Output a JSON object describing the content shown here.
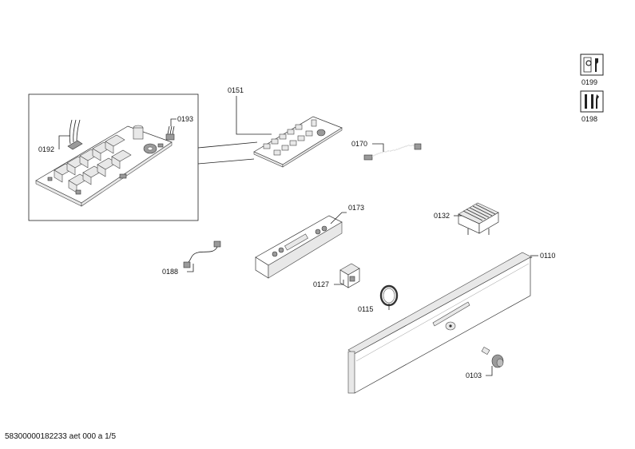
{
  "parts": [
    {
      "id": "p0151",
      "number": "0151"
    },
    {
      "id": "p0193",
      "number": "0193"
    },
    {
      "id": "p0192",
      "number": "0192"
    },
    {
      "id": "p0170",
      "number": "0170"
    },
    {
      "id": "p0173",
      "number": "0173"
    },
    {
      "id": "p0132",
      "number": "0132"
    },
    {
      "id": "p0188",
      "number": "0188"
    },
    {
      "id": "p0127",
      "number": "0127"
    },
    {
      "id": "p0110",
      "number": "0110"
    },
    {
      "id": "p0115",
      "number": "0115"
    },
    {
      "id": "p0103",
      "number": "0103"
    }
  ],
  "side_icons": [
    {
      "number": "0199",
      "icon": "repair-manual-icon"
    },
    {
      "number": "0198",
      "icon": "tools-icon"
    }
  ],
  "footer": "58300000182233 aet 000 a 1/5"
}
